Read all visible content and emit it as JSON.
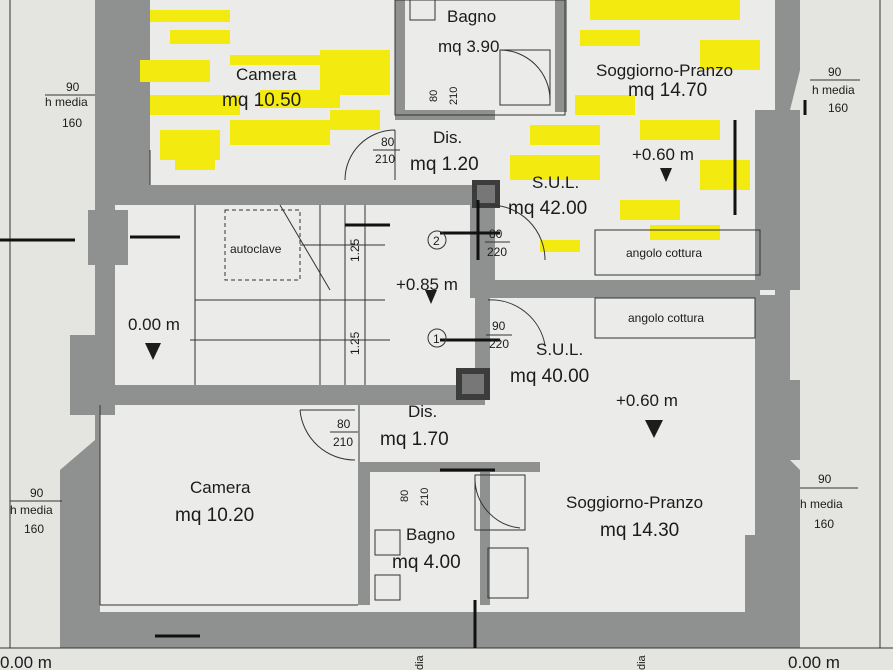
{
  "colors": {
    "paper": "#e4e4e1",
    "wall": "#8f9090",
    "highlight": "#f3ea10"
  },
  "rooms": {
    "camera_top": {
      "name": "Camera",
      "area": "mq 10.50"
    },
    "bagno_top": {
      "name": "Bagno",
      "area": "mq 3.90"
    },
    "soggiorno_top": {
      "name": "Soggiorno-Pranzo",
      "area": "mq 14.70"
    },
    "dis_top": {
      "name": "Dis.",
      "area": "mq 1.20"
    },
    "sul_top": {
      "name": "S.U.L.",
      "area": "mq 42.00"
    },
    "angolo_top": {
      "name": "angolo cottura"
    },
    "autoclave": {
      "name": "autoclave"
    },
    "angolo_bottom": {
      "name": "angolo cottura"
    },
    "sul_bottom": {
      "name": "S.U.L.",
      "area": "mq 40.00"
    },
    "dis_bottom": {
      "name": "Dis.",
      "area": "mq 1.70"
    },
    "camera_bottom": {
      "name": "Camera",
      "area": "mq 10.20"
    },
    "bagno_bottom": {
      "name": "Bagno",
      "area": "mq 4.00"
    },
    "soggiorno_bottom": {
      "name": "Soggiorno-Pranzo",
      "area": "mq 14.30"
    }
  },
  "levels": {
    "top_right": "+0.60 m",
    "landing": "+0.85 m",
    "ground": "0.00 m",
    "bottom_right": "+0.60 m",
    "corner_left": "0.00 m",
    "corner_right": "0.00 m"
  },
  "windows": {
    "left_top": {
      "w": "90",
      "h": "h media",
      "v": "160"
    },
    "right_top": {
      "w": "90",
      "h": "h media",
      "v": "160"
    },
    "left_bottom": {
      "w": "90",
      "h": "h media",
      "v": "160"
    },
    "right_bottom": {
      "w": "90",
      "h": "h media",
      "v": "160"
    }
  },
  "doors": {
    "dis_top": {
      "w": "80",
      "h": "210"
    },
    "bagno_top": {
      "w": "80",
      "h": "210"
    },
    "entry_2": {
      "w": "80",
      "h": "220"
    },
    "entry_1": {
      "w": "90",
      "h": "220"
    },
    "dis_bottom": {
      "w": "80",
      "h": "210"
    },
    "bagno_bottom": {
      "w": "80",
      "h": "210"
    }
  },
  "stairs": {
    "flight_upper": "1.25",
    "flight_lower": "1.25",
    "marker_2": "2",
    "marker_1": "1"
  },
  "bottom_edge": {
    "left": "dia",
    "right": "dia"
  }
}
